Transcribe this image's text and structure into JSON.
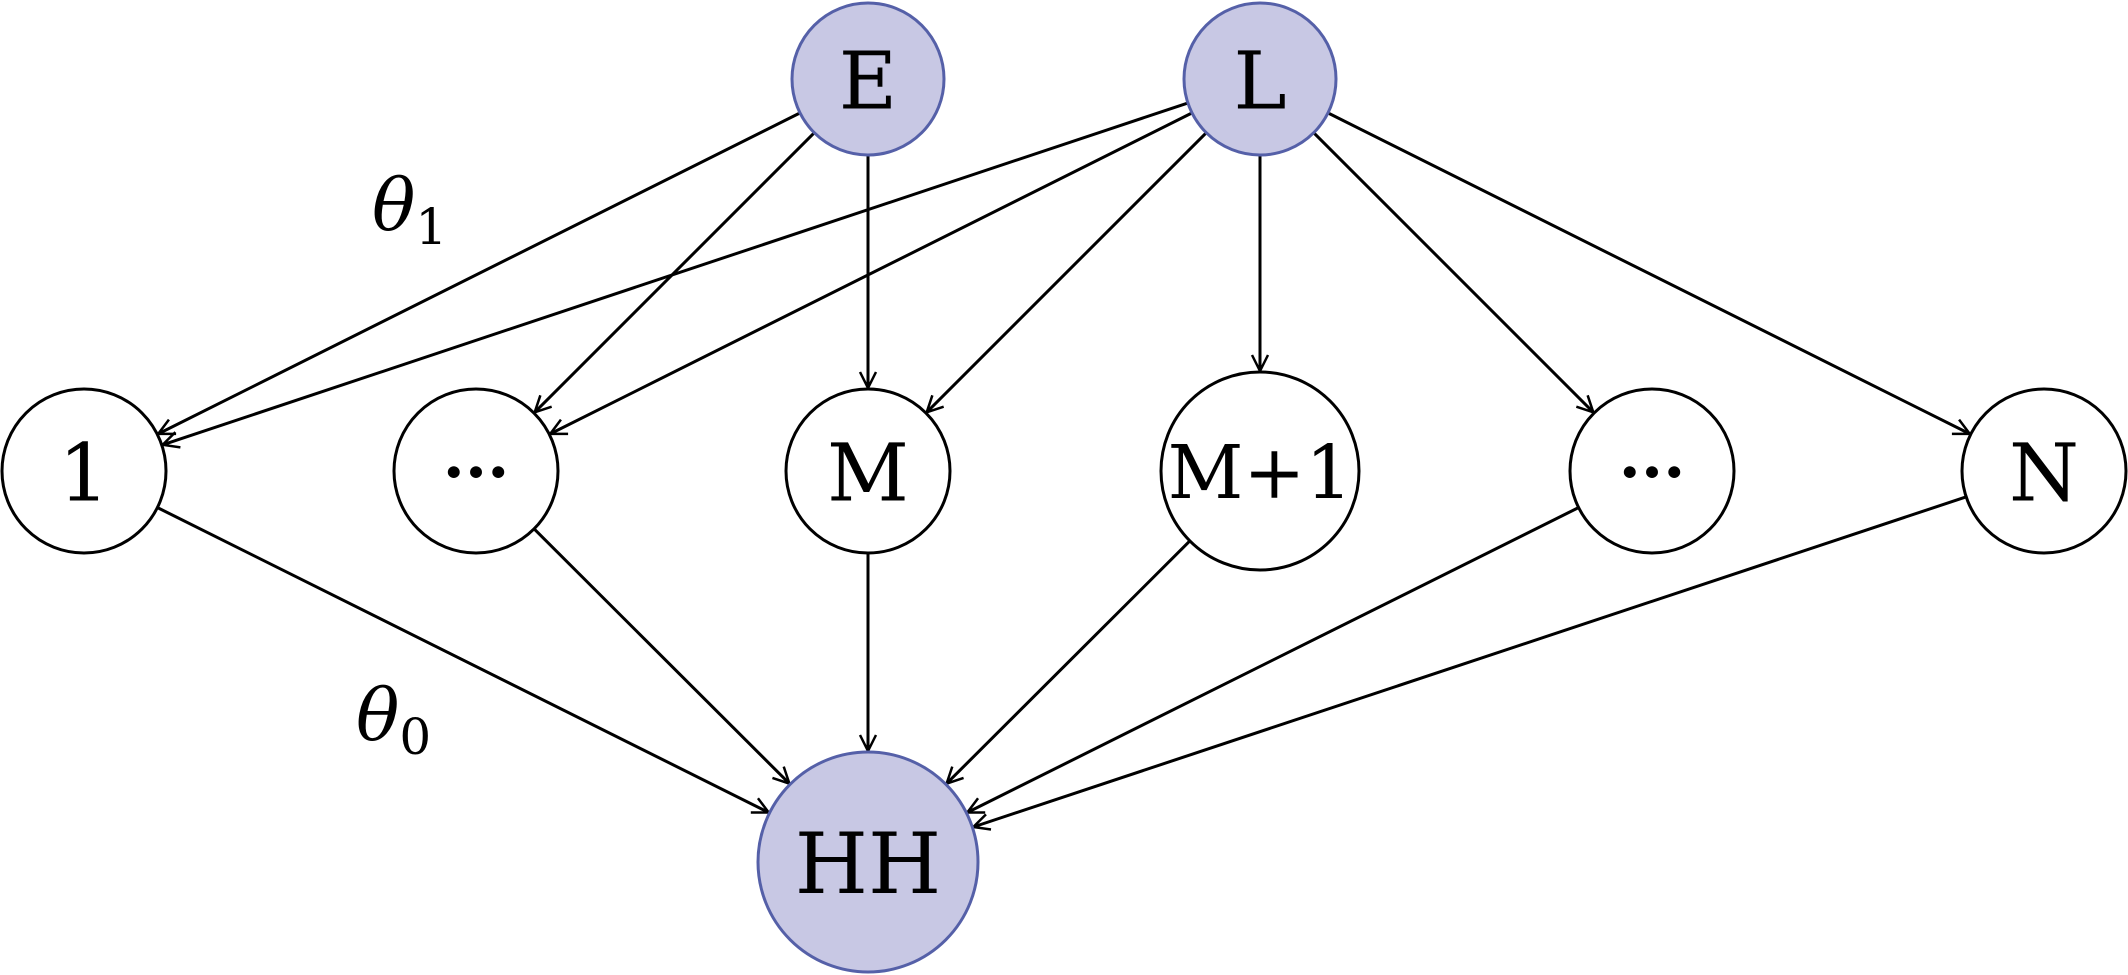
{
  "nodes": {
    "E": {
      "label": "E"
    },
    "L": {
      "label": "L"
    },
    "n1": {
      "label": "1"
    },
    "d1": {
      "label": "···"
    },
    "M": {
      "label": "M"
    },
    "M1": {
      "label": "M+1"
    },
    "d2": {
      "label": "···"
    },
    "N": {
      "label": "N"
    },
    "HH": {
      "label": "HH"
    }
  },
  "parameters": {
    "theta1": {
      "symbol": "θ",
      "subscript": "1"
    },
    "theta0": {
      "symbol": "θ",
      "subscript": "0"
    }
  },
  "edges": [
    [
      "E",
      "n1"
    ],
    [
      "E",
      "d1"
    ],
    [
      "E",
      "M"
    ],
    [
      "L",
      "n1"
    ],
    [
      "L",
      "d1"
    ],
    [
      "L",
      "M"
    ],
    [
      "L",
      "M1"
    ],
    [
      "L",
      "d2"
    ],
    [
      "L",
      "N"
    ],
    [
      "n1",
      "HH"
    ],
    [
      "d1",
      "HH"
    ],
    [
      "M",
      "HH"
    ],
    [
      "M1",
      "HH"
    ],
    [
      "d2",
      "HH"
    ],
    [
      "N",
      "HH"
    ]
  ],
  "colors": {
    "observed_fill": "#c8c8e4",
    "observed_stroke": "#5560a8",
    "latent_fill": "#ffffff",
    "latent_stroke": "#000000",
    "edge": "#000000"
  }
}
